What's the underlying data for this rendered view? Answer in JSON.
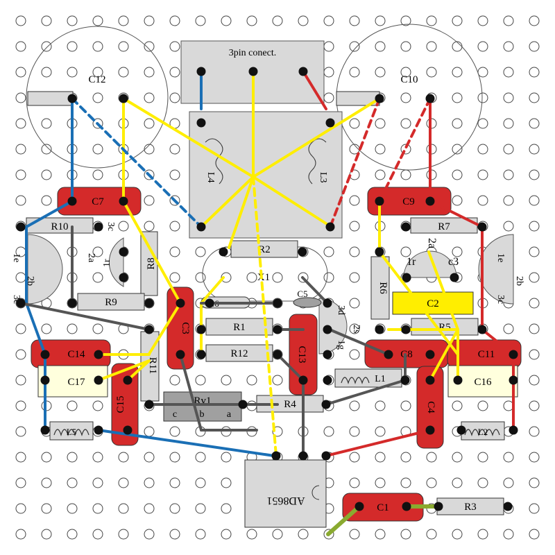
{
  "colors": {
    "hole": "#ffffff",
    "hole_stroke": "#444444",
    "board_bg": "#ffffff",
    "body_gray": "#d9d9d9",
    "cap_red": "#d42a2a",
    "cap_yellow": "#ffee00",
    "cap_cream": "#ffffdd",
    "wire_yellow": "#ffee00",
    "wire_blue": "#1a6fb5",
    "wire_red": "#d42a2a",
    "wire_dark": "#555555",
    "wire_green": "#8aaa30"
  },
  "labels": {
    "connector": "3pin conect.",
    "c12": "C12",
    "c10": "C10",
    "c7": "C7",
    "c9": "C9",
    "r10": "R10",
    "r7": "R7",
    "r8": "R8",
    "r9": "R9",
    "r6": "R6",
    "r2": "R2",
    "x1": "X1",
    "c6": "C6",
    "c5": "C5",
    "c2": "C2",
    "r1": "R1",
    "r12": "R12",
    "r5": "R5",
    "c3": "C3",
    "c13": "C13",
    "c8": "C8",
    "c11": "C11",
    "c14": "C14",
    "c17": "C17",
    "r11": "R11",
    "c15": "C15",
    "rv1": "Rv1",
    "rv1_c": "c",
    "rv1_b": "b",
    "rv1_a": "a",
    "r4": "R4",
    "l1": "L1",
    "c16": "C16",
    "c4": "C4",
    "l5": "L5",
    "l2": "L2",
    "ic": "AD8651",
    "c1": "C1",
    "r3": "R3",
    "l4": "L4",
    "l3": "L3",
    "t_left_1": "1r",
    "t_left_2": "2a",
    "t_left_3": "3c",
    "t_right_1": "1r",
    "t_right_2": "2a",
    "t_right_3": "c3",
    "s_left_1": "1e",
    "s_left_2": "2b",
    "s_left_3": "3c",
    "s_right_1": "1e",
    "s_right_2": "2b",
    "s_right_3": "3c",
    "s_mid_1": "1g",
    "s_mid_2": "2s",
    "s_mid_3": "3d"
  }
}
